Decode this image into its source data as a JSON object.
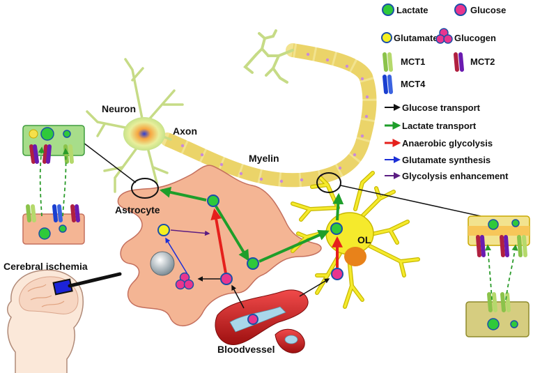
{
  "labels": {
    "neuron": "Neuron",
    "axon": "Axon",
    "myelin": "Myelin",
    "astrocyte": "Astrocyte",
    "ol": "OL",
    "cerebral_ischemia": "Cerebral ischemia",
    "bloodvessel": "Bloodvessel"
  },
  "legend": {
    "molecules": [
      {
        "key": "lactate",
        "label": "Lactate",
        "color": "#2fc93a"
      },
      {
        "key": "glucose",
        "label": "Glucose",
        "color": "#e8358e"
      },
      {
        "key": "glutamate",
        "label": "Glutamate",
        "color": "#f5f020"
      },
      {
        "key": "glucogen",
        "label": "Glucogen",
        "color": "#e8358e"
      }
    ],
    "transporters": [
      {
        "key": "mct1",
        "label": "MCT1",
        "color": "#8bc34a"
      },
      {
        "key": "mct2",
        "label": "MCT2",
        "color": "#c2185b"
      },
      {
        "key": "mct4",
        "label": "MCT4",
        "color": "#1a3fd0"
      }
    ],
    "arrows": [
      {
        "key": "glucose-transport",
        "label": "Glucose transport",
        "color": "#111111"
      },
      {
        "key": "lactate-transport",
        "label": "Lactate transport",
        "color": "#1e9e2a"
      },
      {
        "key": "anaerobic-glycolysis",
        "label": "Anaerobic glycolysis",
        "color": "#e5201c"
      },
      {
        "key": "glutamate-synthesis",
        "label": "Glutamate synthesis",
        "color": "#1c2fd6"
      },
      {
        "key": "glycolysis-enhancement",
        "label": "Glycolysis enhancement",
        "color": "#5b1d82"
      }
    ]
  }
}
